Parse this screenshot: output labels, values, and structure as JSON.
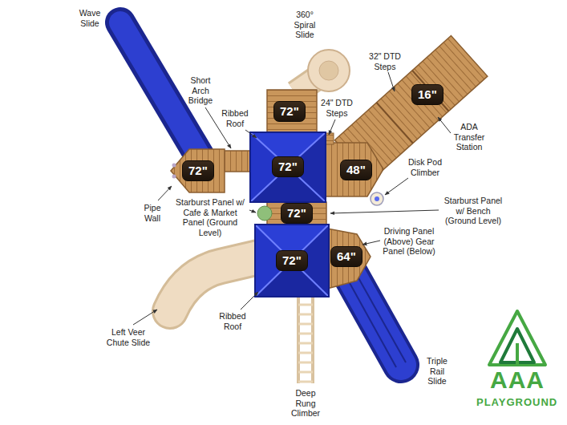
{
  "diagram": {
    "nodes": [
      {
        "text": [
          "72\""
        ]
      },
      {
        "text": [
          "16\""
        ]
      },
      {
        "text": [
          "72\""
        ]
      },
      {
        "text": [
          "72\""
        ]
      },
      {
        "text": [
          "48\""
        ]
      },
      {
        "text": [
          "72\""
        ]
      },
      {
        "text": [
          "72\""
        ]
      },
      {
        "text": [
          "64\""
        ]
      }
    ],
    "labels": [
      "Wave Slide",
      "360° Spiral Slide",
      "Short Arch Bridge",
      "Ribbed Roof",
      "32\" DTD Steps",
      "24\" DTD Steps",
      "ADA Transfer Station",
      "Disk Pod Climber",
      "Pipe Wall",
      "Starburst Panel w/ Cafe & Market Panel (Ground Level)",
      "Starburst Panel w/ Bench (Ground Level)",
      "Driving Panel (Above) Gear Panel (Below)",
      "Left Veer Chute Slide",
      "Ribbed Roof",
      "Triple Rail Slide",
      "Deep Rung Climber",
      "AAA",
      "PLAYGROUND"
    ]
  }
}
